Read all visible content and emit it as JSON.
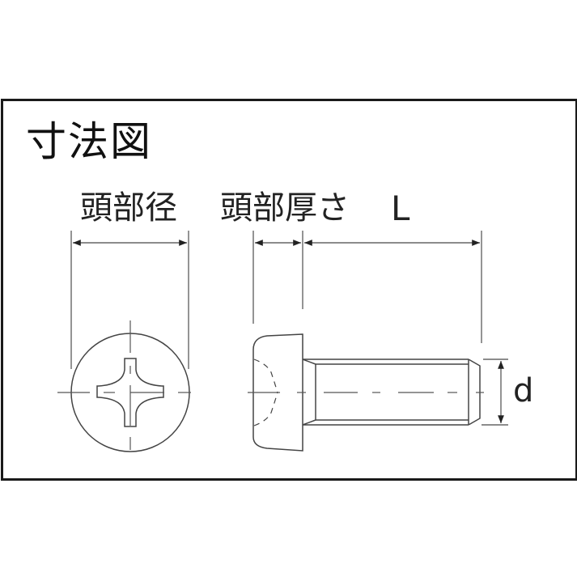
{
  "diagram": {
    "title": "寸法図",
    "labels": {
      "head_diameter": "頭部径",
      "head_thickness": "頭部厚さ",
      "length": "L",
      "thread_diameter": "d"
    },
    "views": [
      {
        "name": "top-view",
        "description": "Phillips pan head screw, cross recess, front view"
      },
      {
        "name": "side-view",
        "description": "Pan head screw side profile with threaded shank"
      }
    ],
    "colors": {
      "line": "#4a4a4a",
      "frame": "#1a1a1a",
      "text": "#222222",
      "background": "#ffffff"
    }
  }
}
